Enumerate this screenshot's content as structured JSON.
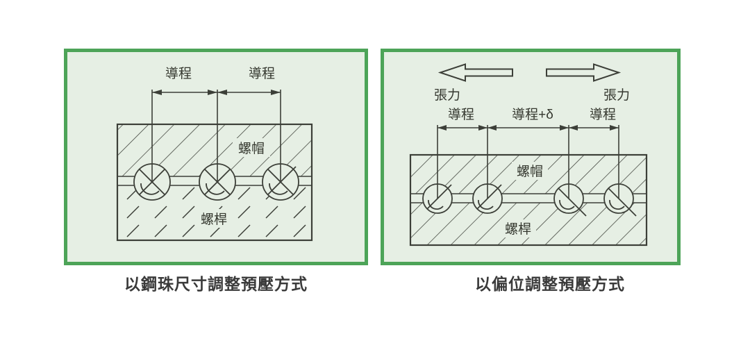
{
  "colors": {
    "page_bg": "#ffffff",
    "panel_border": "#4da458",
    "panel_bg": "#e6efe4",
    "line": "#3c3f38",
    "text": "#3a3a3a"
  },
  "panel_left": {
    "caption": "以鋼珠尺寸調整預壓方式",
    "labels": {
      "lead_left": "導程",
      "lead_right": "導程",
      "nut": "螺帽",
      "screw": "螺桿"
    }
  },
  "panel_right": {
    "caption": "以偏位調整預壓方式",
    "labels": {
      "tension_left": "張力",
      "tension_right": "張力",
      "lead_left": "導程",
      "lead_mid": "導程+δ",
      "lead_right": "導程",
      "nut": "螺帽",
      "screw": "螺桿"
    }
  }
}
